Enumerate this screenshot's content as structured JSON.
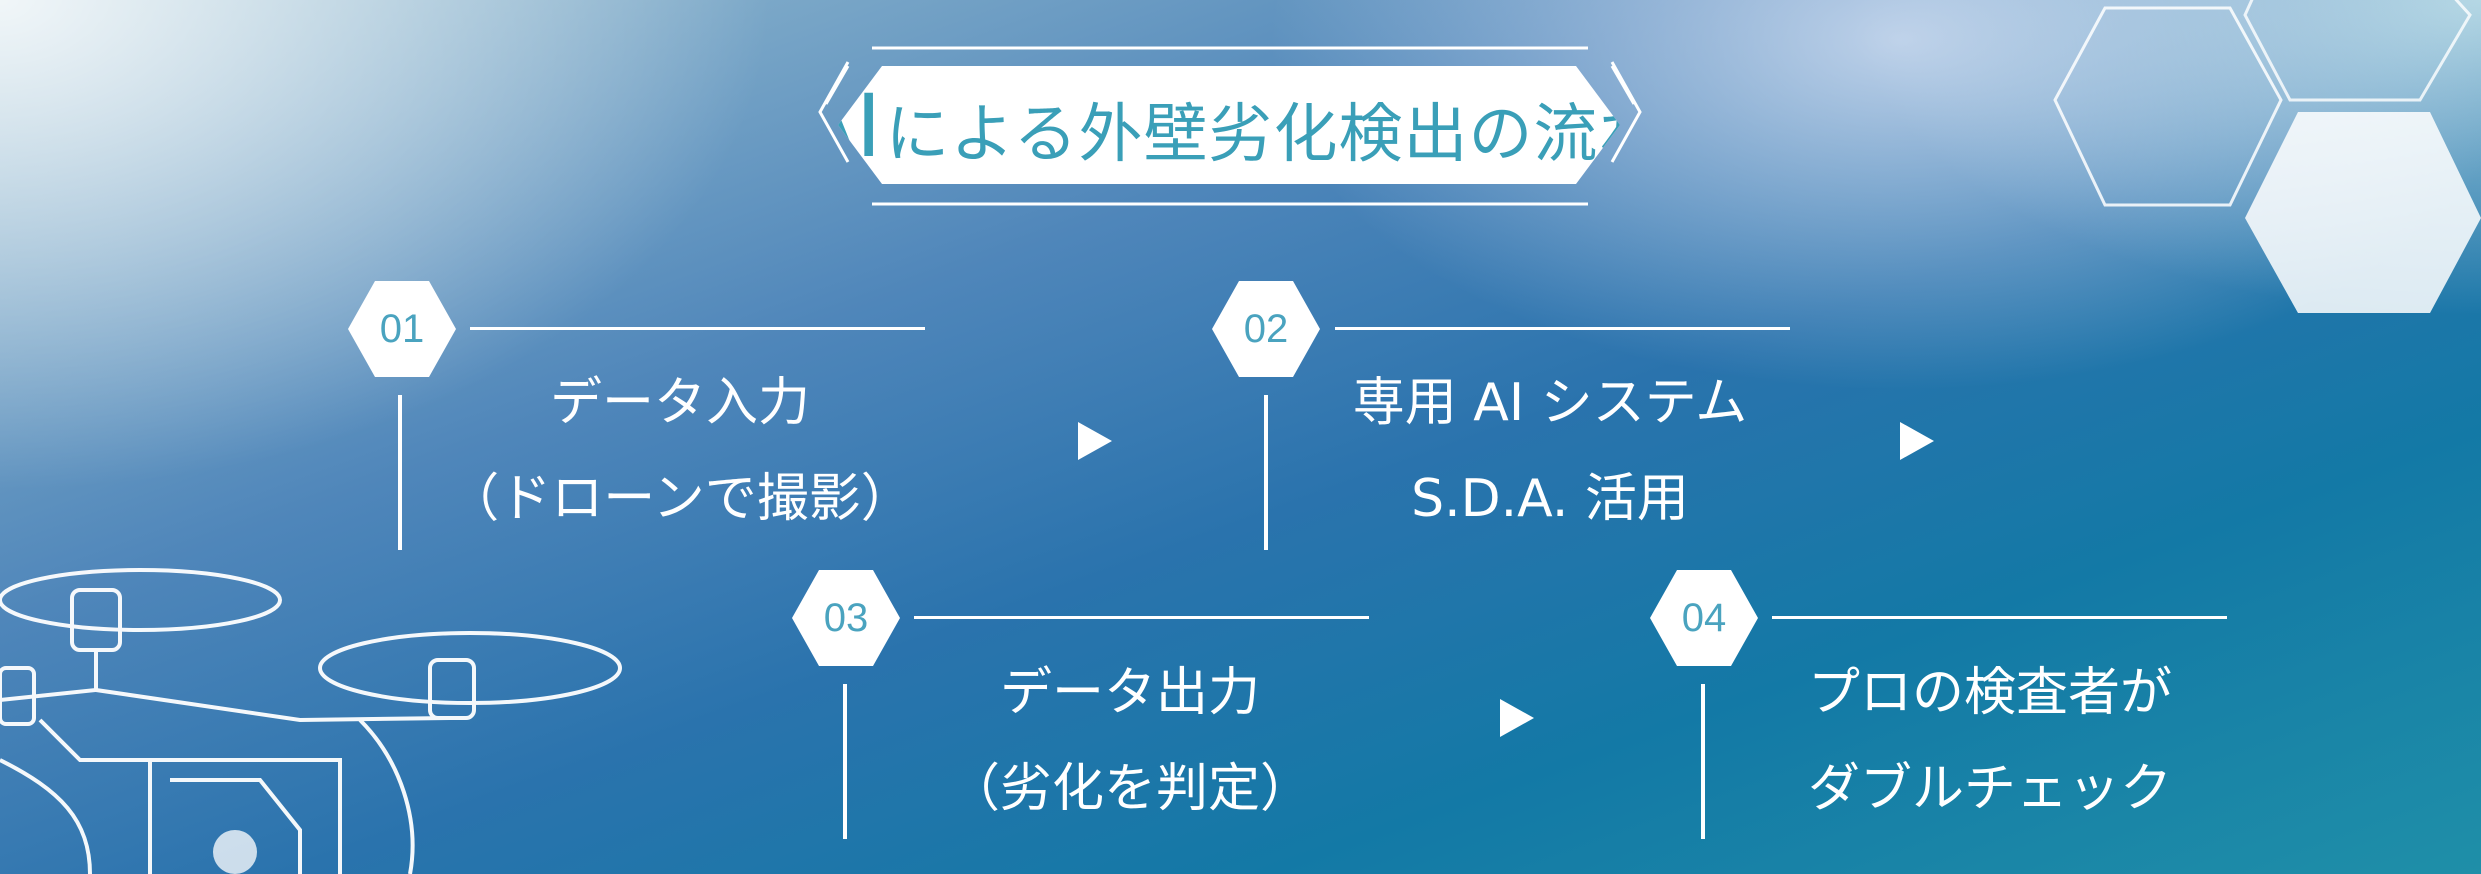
{
  "title": {
    "ai": "AI",
    "rest": "による外壁劣化検出の流れ"
  },
  "steps": [
    {
      "number": "01",
      "line1": "データ入力",
      "line2": "（ドローンで撮影）"
    },
    {
      "number": "02",
      "line1": "専用 AI システム",
      "line2": "S.D.A. 活用"
    },
    {
      "number": "03",
      "line1": "データ出力",
      "line2": "（劣化を判定）"
    },
    {
      "number": "04",
      "line1": "プロの検査者が",
      "line2": "ダブルチェック"
    }
  ],
  "colors": {
    "accent": "#4aa3bf",
    "title": "#3a9fb8",
    "line": "#ffffff"
  },
  "icons": {
    "arrow": "right-triangle-arrow",
    "decoration": "drone-line-illustration"
  }
}
